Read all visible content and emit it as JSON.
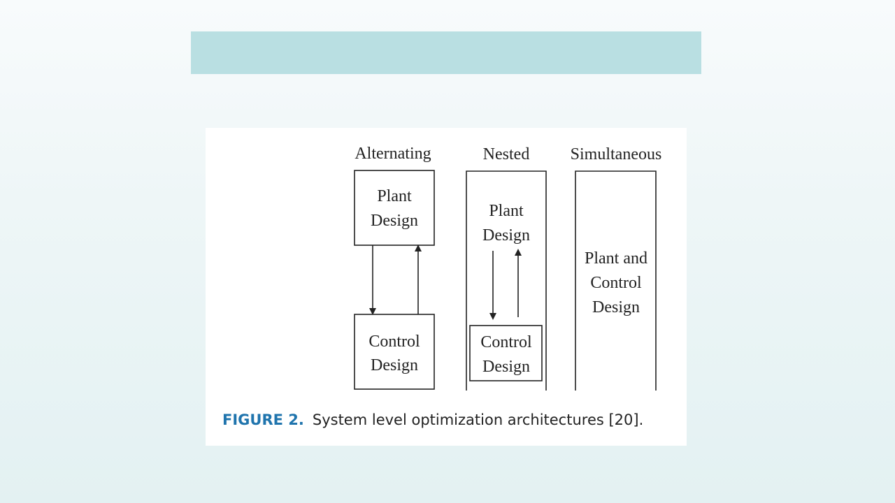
{
  "slide": {
    "title_bar_color": "#b9dfe2"
  },
  "diagram": {
    "columns": [
      {
        "heading": "Alternating",
        "boxes": [
          {
            "lines": [
              "Plant",
              "Design"
            ]
          },
          {
            "lines": [
              "Control",
              "Design"
            ]
          }
        ]
      },
      {
        "heading": "Nested",
        "boxes": [
          {
            "lines": [
              "Plant",
              "Design"
            ]
          },
          {
            "lines": [
              "Control",
              "Design"
            ]
          }
        ]
      },
      {
        "heading": "Simultaneous",
        "boxes": [
          {
            "lines": [
              "Plant and",
              "Control",
              "Design"
            ]
          }
        ]
      }
    ]
  },
  "caption": {
    "label": "FIGURE 2.",
    "text": "System level optimization architectures [20].",
    "label_color": "#1f74ad"
  }
}
